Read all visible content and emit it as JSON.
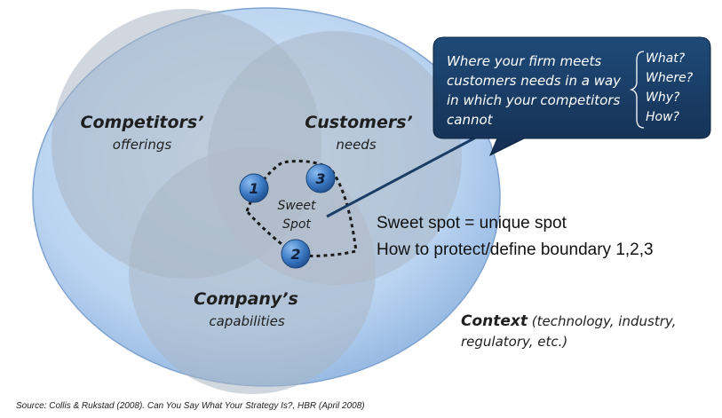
{
  "circles": {
    "competitors": {
      "title": "Competitors’",
      "subtitle": "offerings"
    },
    "customers": {
      "title": "Customers’",
      "subtitle": "needs"
    },
    "company": {
      "title": "Company’s",
      "subtitle": "capabilities"
    }
  },
  "sweet_spot": {
    "line1": "Sweet",
    "line2": "Spot"
  },
  "markers": [
    "1",
    "2",
    "3"
  ],
  "callout": {
    "lines": [
      "Where your firm meets",
      "customers needs in a way",
      "in which your competitors",
      "cannot"
    ],
    "questions": [
      "What?",
      "Where?",
      "Why?",
      "How?"
    ]
  },
  "notes": {
    "line1": "Sweet spot = unique spot",
    "line2": "How to protect/define boundary 1,2,3"
  },
  "context": {
    "title": "Context",
    "rest1": " (technology, industry,",
    "line2": "regulatory, etc.)"
  },
  "source": "Source: Collis  & Rukstad (2008).  Can You Say What Your Strategy Is?, HBR (April 2008)",
  "colors": {
    "outer_ellipse": "#a9c8ec",
    "circle": "#a6b3c2",
    "callout_bg": "#1a3d66",
    "marker": "#3a78c2"
  }
}
